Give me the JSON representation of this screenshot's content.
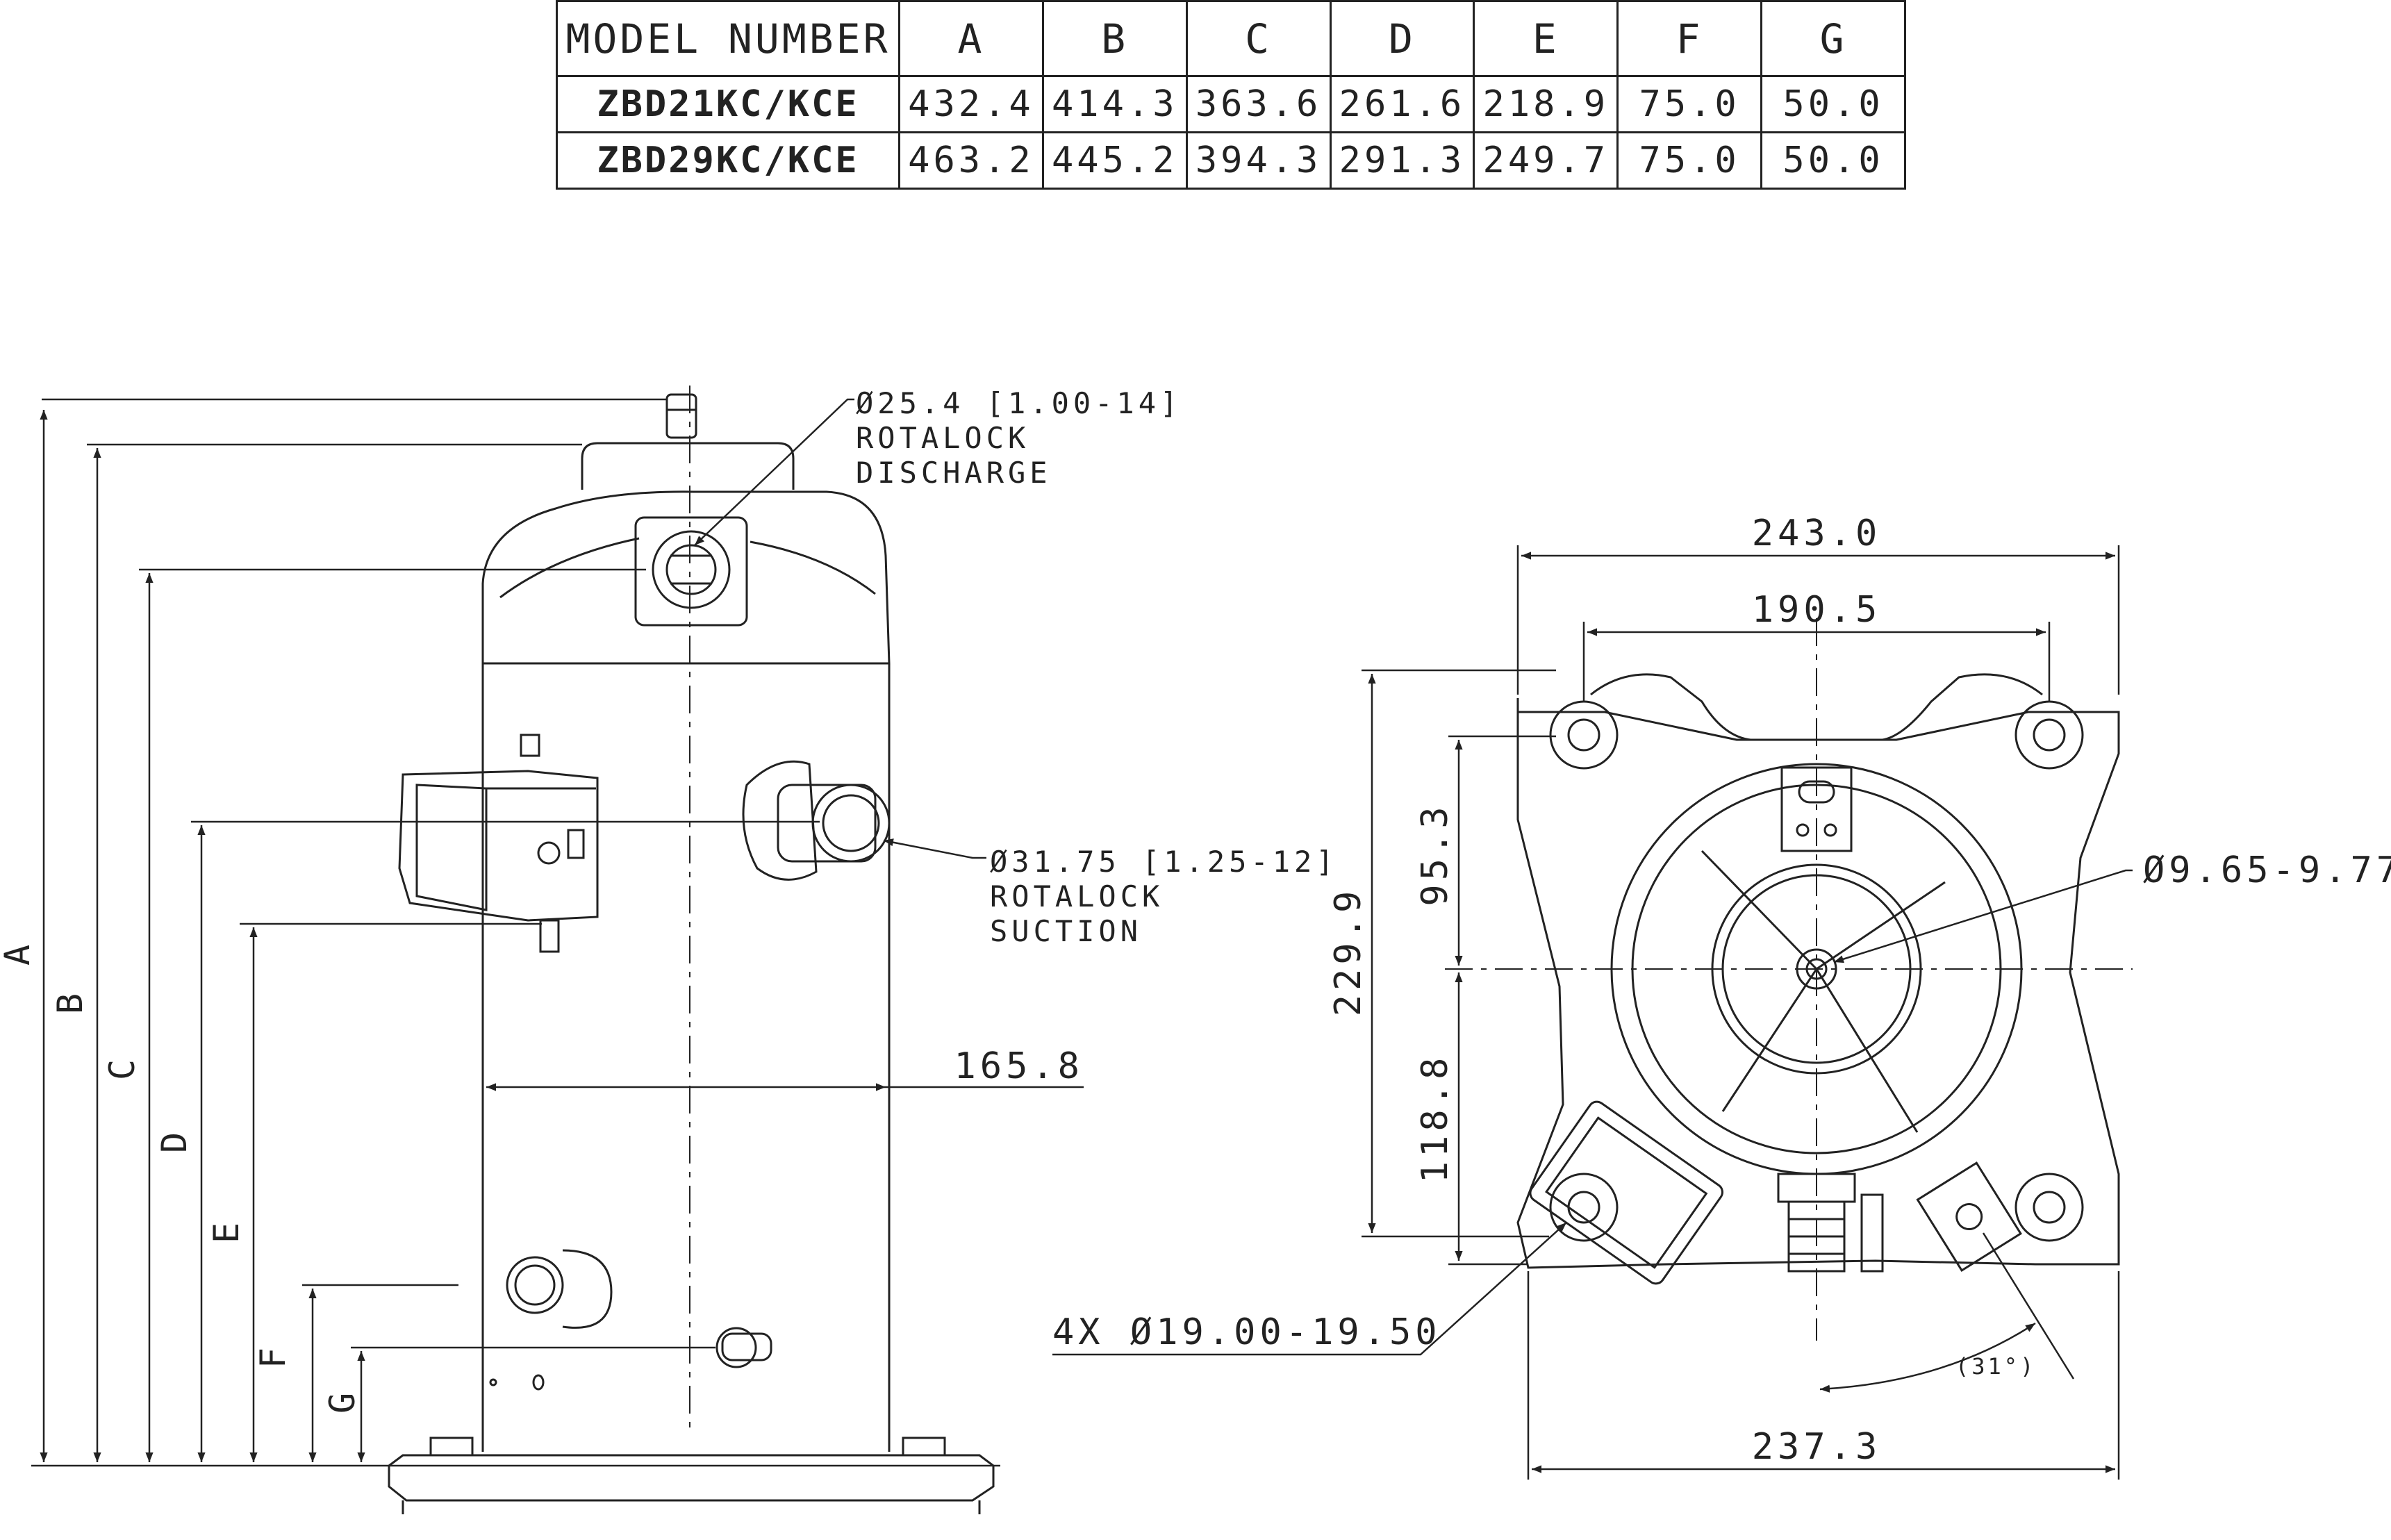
{
  "table": {
    "headers": [
      "MODEL NUMBER",
      "A",
      "B",
      "C",
      "D",
      "E",
      "F",
      "G"
    ],
    "rows": [
      [
        "ZBD21KC/KCE",
        "432.4",
        "414.3",
        "363.6",
        "261.6",
        "218.9",
        "75.0",
        "50.0"
      ],
      [
        "ZBD29KC/KCE",
        "463.2",
        "445.2",
        "394.3",
        "291.3",
        "249.7",
        "75.0",
        "50.0"
      ]
    ]
  },
  "side_view": {
    "discharge": {
      "size": "Ø25.4 [1.00-14]",
      "line1": "ROTALOCK",
      "line2": "DISCHARGE"
    },
    "suction": {
      "size": "Ø31.75 [1.25-12]",
      "line1": "ROTALOCK",
      "line2": "SUCTION"
    },
    "shell_diameter": "165.8",
    "dim_letters": [
      "A",
      "B",
      "C",
      "D",
      "E",
      "F",
      "G"
    ]
  },
  "top_view": {
    "overall_width": "243.0",
    "bolt_span": "190.5",
    "center_hole": "Ø9.65-9.77",
    "height_total": "229.9",
    "height_upper": "95.3",
    "height_lower": "118.8",
    "mount_holes": "4X Ø19.00-19.50",
    "angle": "(31°)",
    "base_width": "237.3"
  },
  "colors": {
    "line": "#222222",
    "background": "#ffffff"
  }
}
